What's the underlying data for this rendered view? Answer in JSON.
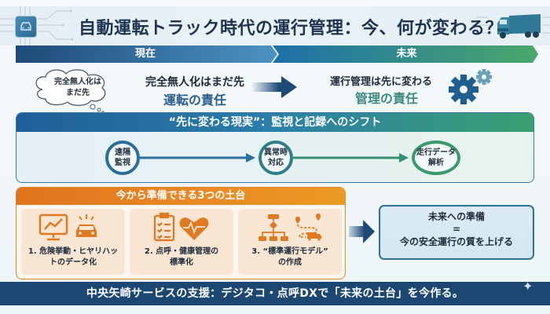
{
  "header": {
    "title": "自動運転トラック時代の運行管理：今、何が変わる？",
    "left_icon": "car-chip-icon",
    "right_icon": "truck-icon"
  },
  "timeline": {
    "now_label": "現在",
    "future_label": "未来",
    "colors": {
      "now": "#1e4a78",
      "future": "#3fa36a"
    }
  },
  "now": {
    "thought_bubble": [
      "完全無人化は",
      "まだ先"
    ],
    "main": "完全無人化はまだ先",
    "responsibility": "運転の責任"
  },
  "future": {
    "main": "運行管理は先に変わる",
    "responsibility": "管理の責任",
    "icon": "gears-icon"
  },
  "shift": {
    "title": "“先に変わる現実”：監視と記録へのシフト",
    "steps": [
      {
        "lines": [
          "遠隔",
          "監視"
        ]
      },
      {
        "lines": [
          "異常時",
          "対応"
        ]
      },
      {
        "lines": [
          "走行データ",
          "解析"
        ]
      }
    ]
  },
  "foundations": {
    "title": "今から準備できる3つの土台",
    "items": [
      {
        "lines": [
          "1. 危険挙動・ヒヤリハッ",
          "トのデータ化"
        ],
        "icons": [
          "monitor-chart-icon",
          "car-alert-icon"
        ]
      },
      {
        "lines": [
          "2. 点呼・健康管理の",
          "標準化"
        ],
        "icons": [
          "checklist-icon",
          "heart-pulse-icon"
        ]
      },
      {
        "lines": [
          "3. “標準運行モデル”",
          "の作成"
        ],
        "icons": [
          "flowchart-icon",
          "route-truck-icon"
        ]
      }
    ]
  },
  "goal": {
    "line1": "未来への準備",
    "line2": "=",
    "line3": "今の安全運行の質を上げる"
  },
  "footer": {
    "text": "中央矢崎サービスの支援：デジタコ・点呼DXで「未来の土台」を今作る。"
  }
}
